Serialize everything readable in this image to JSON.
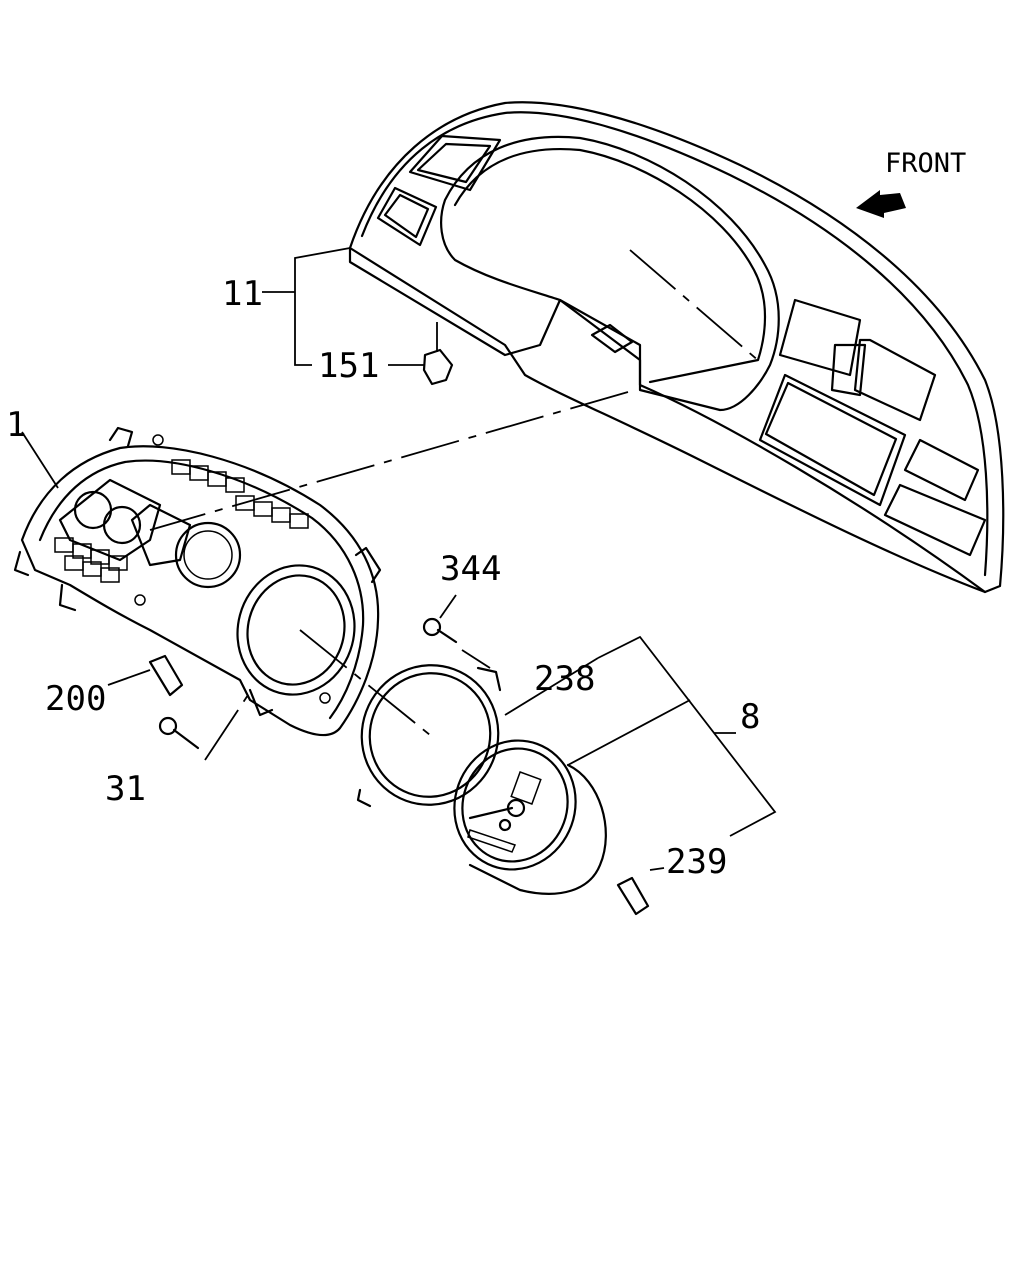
{
  "direction_label": "FRONT",
  "part_labels": {
    "p1": "1",
    "p8": "8",
    "p11": "11",
    "p31": "31",
    "p151": "151",
    "p200": "200",
    "p238": "238",
    "p239": "239",
    "p344": "344"
  }
}
